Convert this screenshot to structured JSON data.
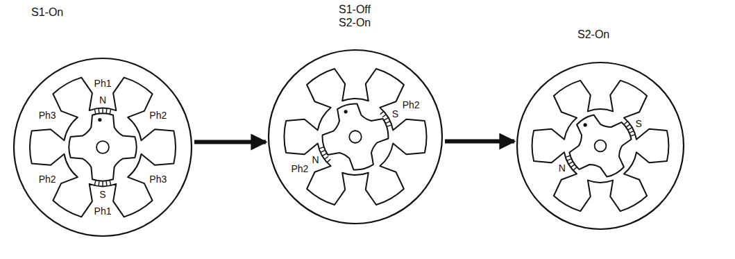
{
  "diagram": {
    "nodes": [
      {
        "text": [
          "S1-On"
        ]
      },
      {
        "text": [
          "S1-Off S2-On"
        ]
      },
      {
        "text": [
          "S2-On"
        ]
      }
    ],
    "edges": [
      {
        "from": 0,
        "to": 1,
        "arrow": "to"
      },
      {
        "from": 1,
        "to": 2,
        "arrow": "to"
      }
    ],
    "labels": [
      "Ph1",
      "N",
      "Ph3",
      "Ph2",
      "Ph2",
      "Ph3",
      "S",
      "Ph1",
      "S",
      "Ph2",
      "Ph2",
      "N",
      "S",
      "N"
    ]
  }
}
